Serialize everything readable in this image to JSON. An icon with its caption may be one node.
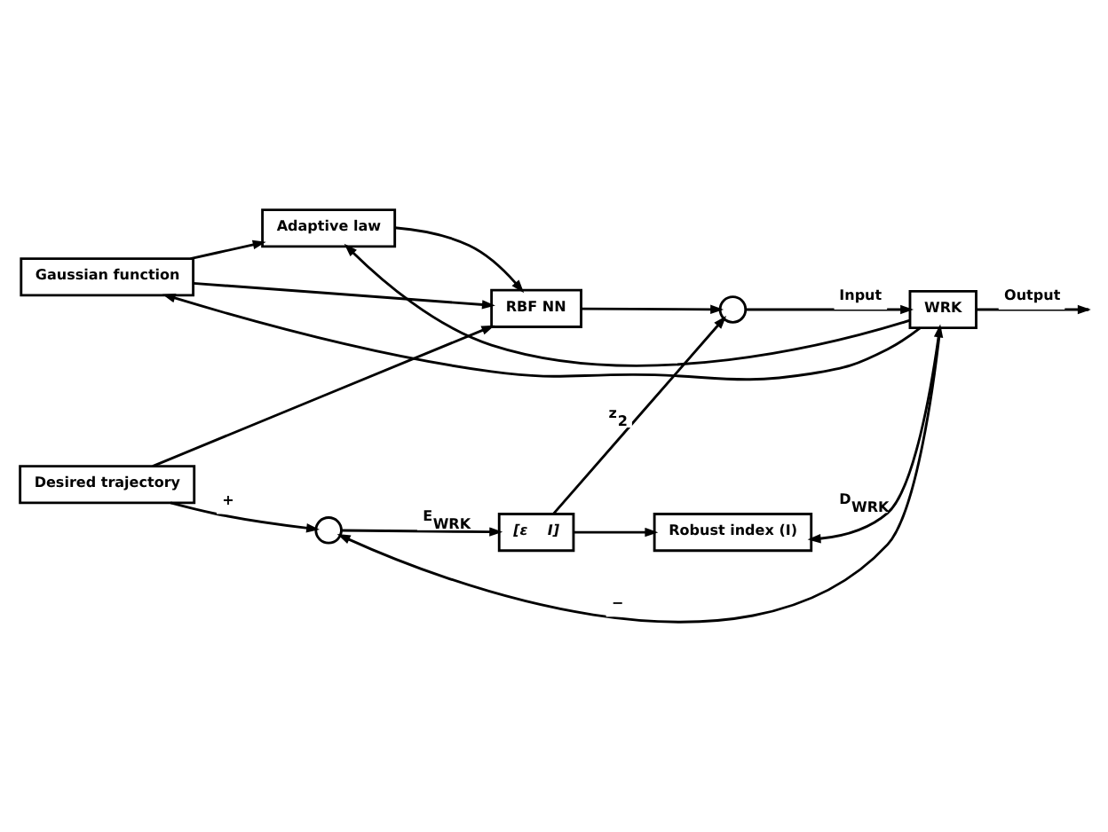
{
  "diagram": {
    "nodes": [
      {
        "text": [
          "Gaussian function"
        ]
      },
      {
        "text": [
          "Adaptive law"
        ]
      },
      {
        "text": [
          "Desired trajectory"
        ]
      },
      {
        "text": [
          "RBF NN"
        ]
      },
      {
        "text": [],
        "shape": "circle"
      },
      {
        "text": [
          "[ε    I]"
        ]
      },
      {
        "text": [],
        "shape": "circle"
      },
      {
        "text": [
          "WRK"
        ]
      },
      {
        "text": [
          "Robust index (I)"
        ]
      }
    ],
    "edges": [
      {
        "from": 2,
        "to": 3,
        "arrow": "to"
      },
      {
        "from": 2,
        "to": 4,
        "arrow": "to",
        "label": "+"
      },
      {
        "from": 4,
        "to": 5,
        "arrow": "to",
        "label": "E$_{WRK}$"
      },
      {
        "from": 5,
        "to": 6,
        "arrow": "to",
        "label": "z$_{2}$"
      },
      {
        "from": 5,
        "to": 8,
        "arrow": "to"
      },
      {
        "from": 3,
        "to": 6,
        "arrow": "to"
      },
      {
        "from": 6,
        "to": 7,
        "arrow": "to",
        "label": "Input"
      },
      {
        "from": 7,
        "to": null,
        "arrow": "to",
        "label": "Output"
      },
      {
        "from": 7,
        "to": 0,
        "arrow": "to"
      },
      {
        "from": 7,
        "to": 1,
        "arrow": "to"
      },
      {
        "from": 7,
        "to": 4,
        "arrow": "to",
        "label": "−"
      },
      {
        "from": 0,
        "to": 3,
        "arrow": "to"
      },
      {
        "from": 0,
        "to": 1,
        "arrow": "to"
      },
      {
        "from": 1,
        "to": 3,
        "arrow": "to"
      },
      {
        "from": 8,
        "to": 7,
        "arrow": "both",
        "label": "D$_{WRK}$"
      }
    ]
  }
}
